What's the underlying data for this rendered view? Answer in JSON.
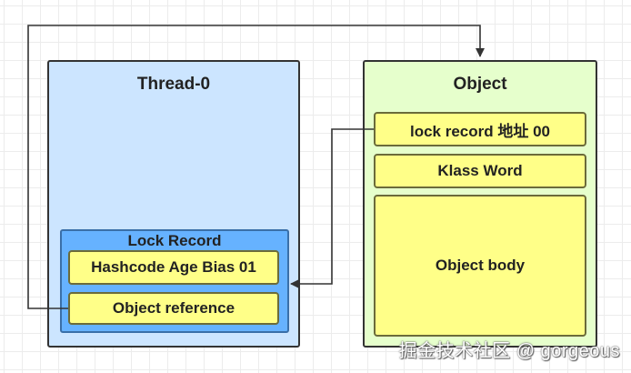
{
  "thread": {
    "title": "Thread-0"
  },
  "lock_record": {
    "title": "Lock Record",
    "cells": [
      "Hashcode Age Bias 01",
      "Object reference"
    ]
  },
  "object": {
    "title": "Object",
    "cells": [
      "lock record 地址 00",
      "Klass Word",
      "Object body"
    ]
  },
  "watermark": "掘金技术社区 @ gorgeous",
  "colors": {
    "thread_bg": "#cce5ff",
    "object_bg": "#e6ffcc",
    "lock_record_bg": "#66b2ff",
    "cell_bg": "#ffff88",
    "arrow": "#333333"
  }
}
